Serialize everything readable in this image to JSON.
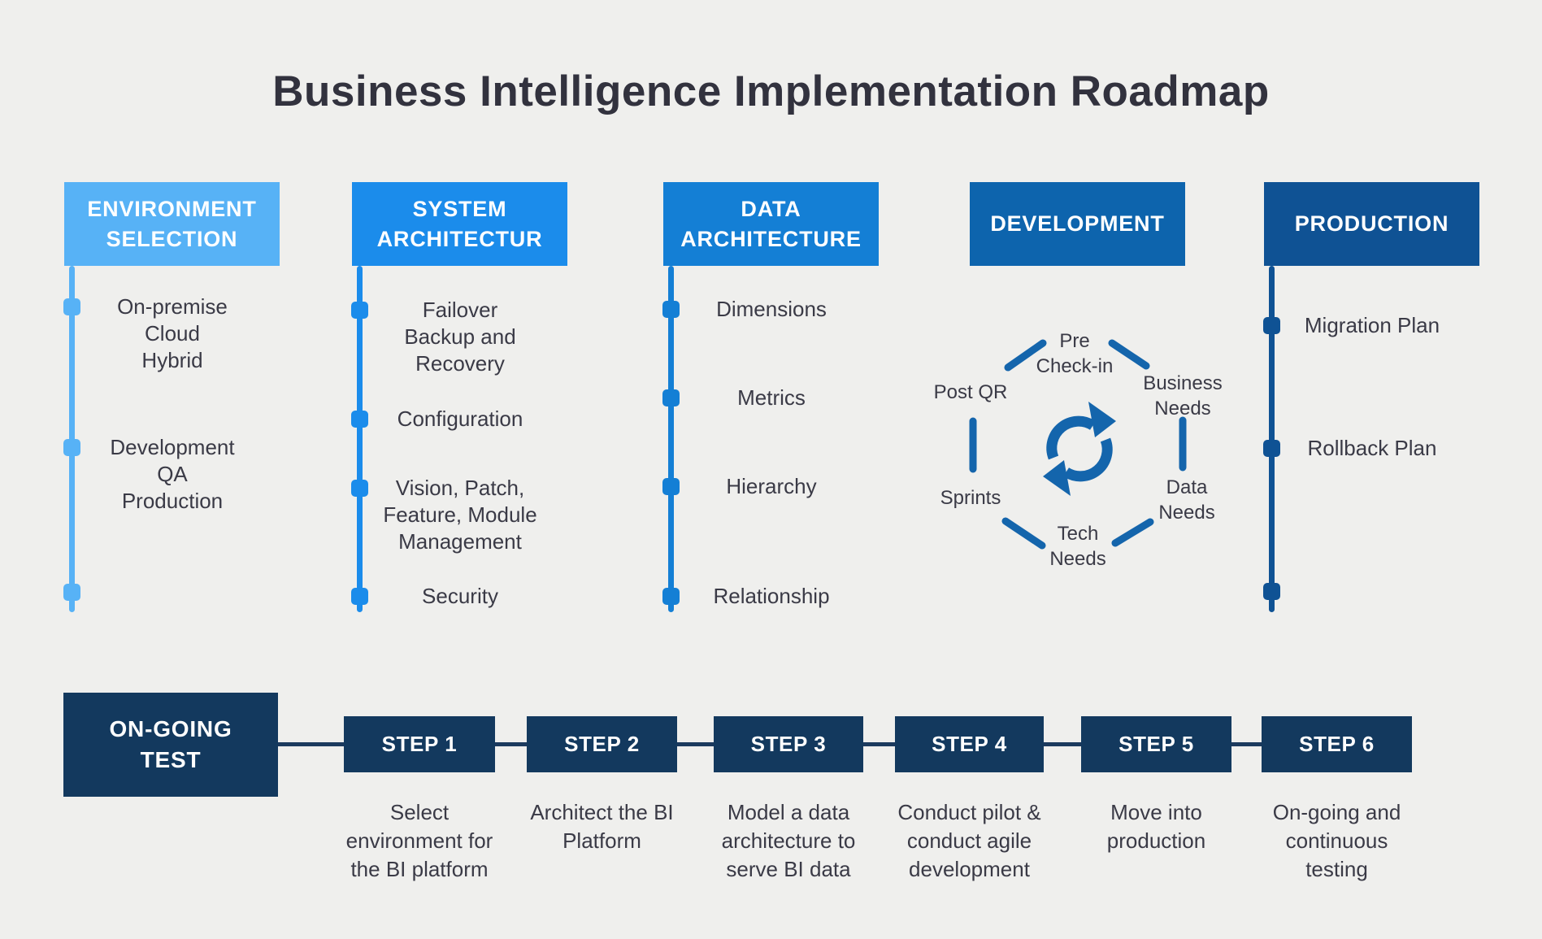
{
  "title": "Business Intelligence Implementation Roadmap",
  "colors": {
    "background": "#EFEFED",
    "title_text": "#32323E",
    "body_text": "#3A3A46",
    "navy": "#13395E",
    "connector": "#1C3A5E",
    "cycle_blue": "#1465AC",
    "col_env": "#57B2F6",
    "col_sys": "#1B8CEB",
    "col_data": "#147FD5",
    "col_dev": "#0D64AD",
    "col_prod": "#0F5294"
  },
  "columns": [
    {
      "header": "ENVIRONMENT\nSELECTION",
      "items": [
        "On-premise\nCloud\nHybrid",
        "Development\nQA\nProduction",
        ""
      ]
    },
    {
      "header": "SYSTEM\nARCHITECTUR",
      "items": [
        "Failover\nBackup and\nRecovery",
        "Configuration",
        "Vision, Patch,\nFeature, Module\nManagement",
        "Security"
      ]
    },
    {
      "header": "DATA\nARCHITECTURE",
      "items": [
        "Dimensions",
        "Metrics",
        "Hierarchy",
        "Relationship"
      ]
    },
    {
      "header": "DEVELOPMENT",
      "cycle": {
        "pre_checkin": "Pre\nCheck-in",
        "business_needs": "Business\nNeeds",
        "data_needs": "Data\nNeeds",
        "tech_needs": "Tech\nNeeds",
        "sprints": "Sprints",
        "post_qr": "Post QR"
      }
    },
    {
      "header": "PRODUCTION",
      "items": [
        "Migration Plan",
        "Rollback Plan",
        ""
      ]
    }
  ],
  "bottom": {
    "ongoing": "ON-GOING\nTEST",
    "steps": [
      {
        "label": "STEP 1",
        "description": "Select\nenvironment for\nthe BI platform"
      },
      {
        "label": "STEP 2",
        "description": "Architect the BI\nPlatform"
      },
      {
        "label": "STEP 3",
        "description": "Model a data\narchitecture to\nserve BI data"
      },
      {
        "label": "STEP 4",
        "description": "Conduct pilot &\nconduct agile\ndevelopment"
      },
      {
        "label": "STEP 5",
        "description": "Move into\nproduction"
      },
      {
        "label": "STEP 6",
        "description": "On-going and\ncontinuous\ntesting"
      }
    ]
  }
}
